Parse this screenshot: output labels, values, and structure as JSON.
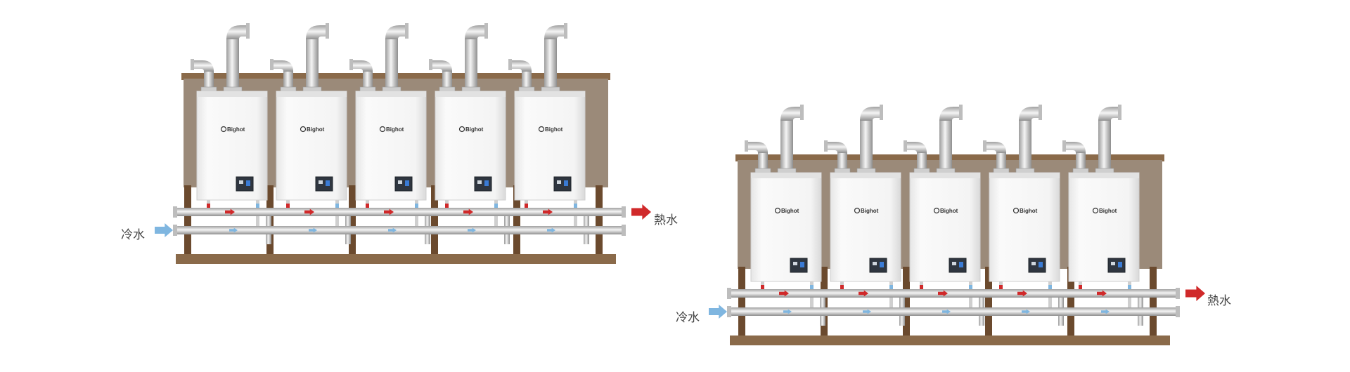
{
  "brand_text": "Bighot",
  "colors": {
    "wood": "#8a6a4a",
    "wood_dark": "#6b4a2e",
    "backboard": "#9b8a79",
    "heater": "#f3f3f3",
    "pipe": "#d7d7d7",
    "hot": "#d0292a",
    "cold": "#7fb6e0"
  },
  "systems": [
    {
      "id": "left",
      "heater_count": 5,
      "cold_label": "冷水",
      "hot_label": "熱水"
    },
    {
      "id": "right",
      "heater_count": 5,
      "cold_label": "冷水",
      "hot_label": "熱水"
    }
  ]
}
